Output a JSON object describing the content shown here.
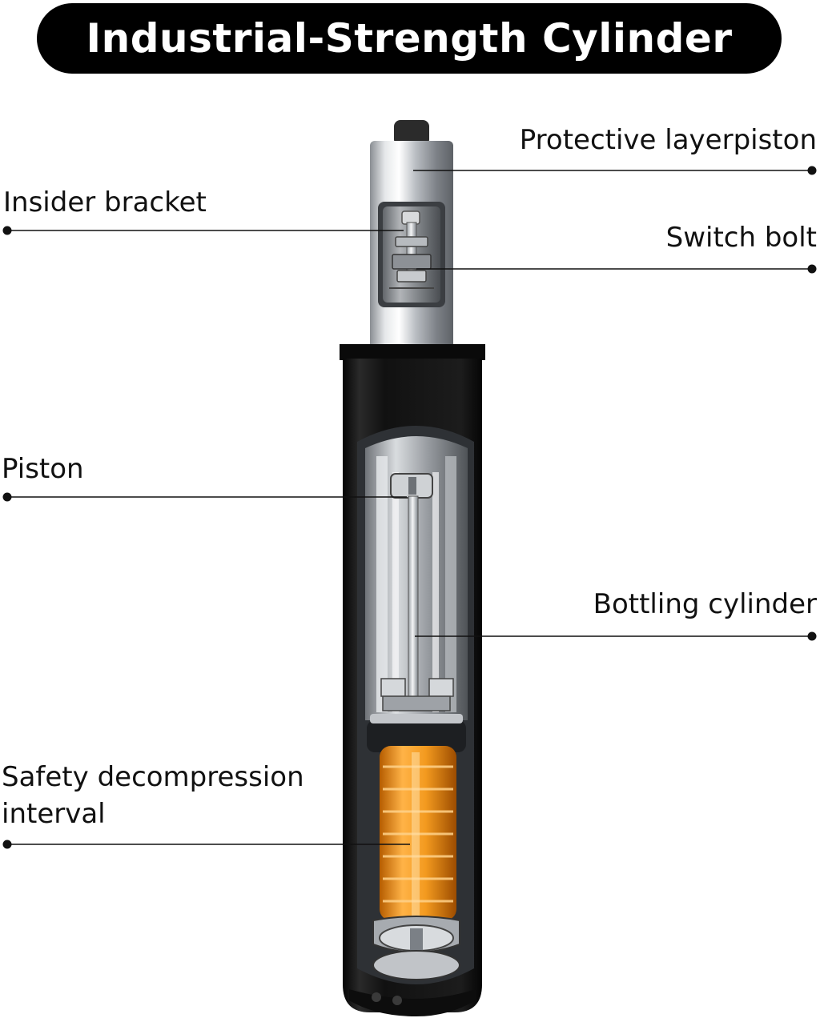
{
  "title": "Industrial-Strength Cylinder",
  "colors": {
    "title_background": "#000000",
    "title_text": "#ffffff",
    "leader_line": "#111111",
    "cylinder_body": "#141414",
    "chrome": "#c9ccd0",
    "spring": "#f39a1f"
  },
  "labels": {
    "protective_layer": "Protective layerpiston",
    "insider_bracket": "Insider bracket",
    "switch_bolt": "Switch bolt",
    "piston": "Piston",
    "bottling_cylinder": "Bottling cylinder",
    "safety_line1": "Safety decompression",
    "safety_line2": "interval"
  }
}
